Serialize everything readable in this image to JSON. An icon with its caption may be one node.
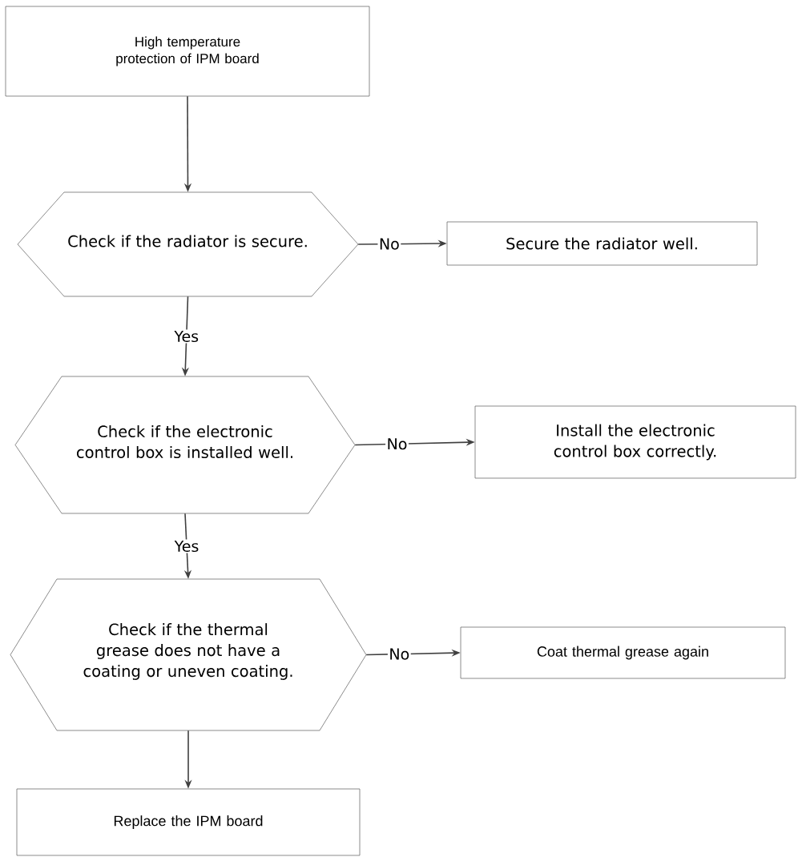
{
  "diagram": {
    "nodes": [
      {
        "text": [
          "High temperature protection of IPM board"
        ]
      },
      {
        "text": [
          "Check if the radiator is secure."
        ]
      },
      {
        "text": [
          "Secure the radiator well."
        ]
      },
      {
        "text": [
          "Check if the electronic control box is installed well."
        ]
      },
      {
        "text": [
          "Install the electronic control box correctly."
        ]
      },
      {
        "text": [
          "Check if the thermal grease does not have a coating or uneven coating."
        ]
      },
      {
        "text": [
          "Coat thermal grease again"
        ]
      },
      {
        "text": [
          "Replace the IPM board"
        ]
      }
    ],
    "edges": [
      {
        "from": 0,
        "to": 1,
        "arrow": "to"
      },
      {
        "from": 1,
        "to": 2,
        "arrow": "to",
        "label": "No"
      },
      {
        "from": 1,
        "to": 3,
        "arrow": "to",
        "label": "Yes"
      },
      {
        "from": 3,
        "to": 4,
        "arrow": "to",
        "label": "No"
      },
      {
        "from": 3,
        "to": 5,
        "arrow": "to",
        "label": "Yes"
      },
      {
        "from": 5,
        "to": 6,
        "arrow": "to",
        "label": "No"
      },
      {
        "from": 5,
        "to": 7,
        "arrow": "to"
      }
    ]
  }
}
